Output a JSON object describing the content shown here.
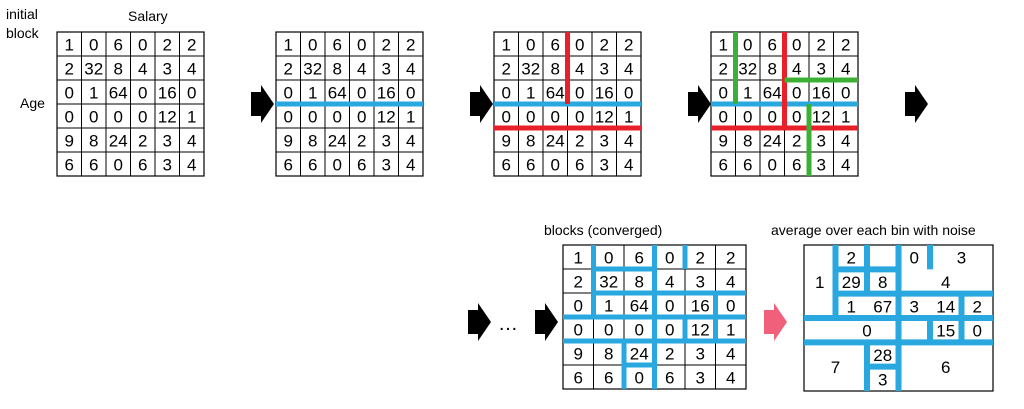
{
  "labels": {
    "initial": "initial",
    "block": "block",
    "salary": "Salary",
    "age": "Age",
    "converged": "blocks (converged)",
    "average": "average over each bin with noise",
    "ellipsis": "…"
  },
  "matrix": [
    [
      "1",
      "0",
      "6",
      "0",
      "2",
      "2"
    ],
    [
      "2",
      "32",
      "8",
      "4",
      "3",
      "4"
    ],
    [
      "0",
      "1",
      "64",
      "0",
      "16",
      "0"
    ],
    [
      "0",
      "0",
      "0",
      "0",
      "12",
      "1"
    ],
    [
      "9",
      "8",
      "24",
      "2",
      "3",
      "4"
    ],
    [
      "6",
      "6",
      "0",
      "6",
      "3",
      "4"
    ]
  ],
  "noisy_bins": [
    "2",
    "0",
    "3",
    "8",
    "1",
    "29",
    "4",
    "1",
    "67",
    "3",
    "14",
    "2",
    "0",
    "15",
    "0",
    "7",
    "28",
    "3",
    "6"
  ],
  "colors": {
    "blue_split": "#29A7DF",
    "red_split": "#E8202A",
    "green_split": "#3CB034",
    "pink_arrow": "#F0607A",
    "black_arrow": "#000000"
  }
}
